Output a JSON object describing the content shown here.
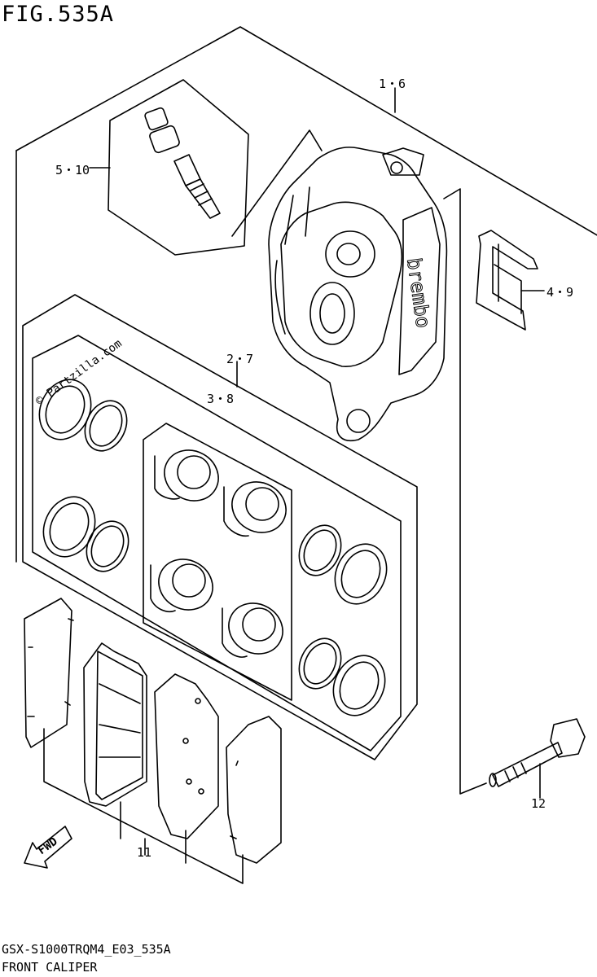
{
  "figure": {
    "title": "FIG.535A",
    "code": "GSX-S1000TRQM4_E03_535A",
    "name": "FRONT CALIPER",
    "watermark": "© Partzilla.com",
    "fwd_label": "FWD"
  },
  "callouts": [
    {
      "id": "c-1-6",
      "label": "1・6"
    },
    {
      "id": "c-5-10",
      "label": "5・10"
    },
    {
      "id": "c-4-9",
      "label": "4・9"
    },
    {
      "id": "c-2-7",
      "label": "2・7"
    },
    {
      "id": "c-3-8",
      "label": "3・8"
    },
    {
      "id": "c-12",
      "label": "12"
    },
    {
      "id": "c-11",
      "label": "11"
    }
  ],
  "caliper_brand": "brembo",
  "colors": {
    "line": "#000000",
    "background": "#ffffff"
  }
}
